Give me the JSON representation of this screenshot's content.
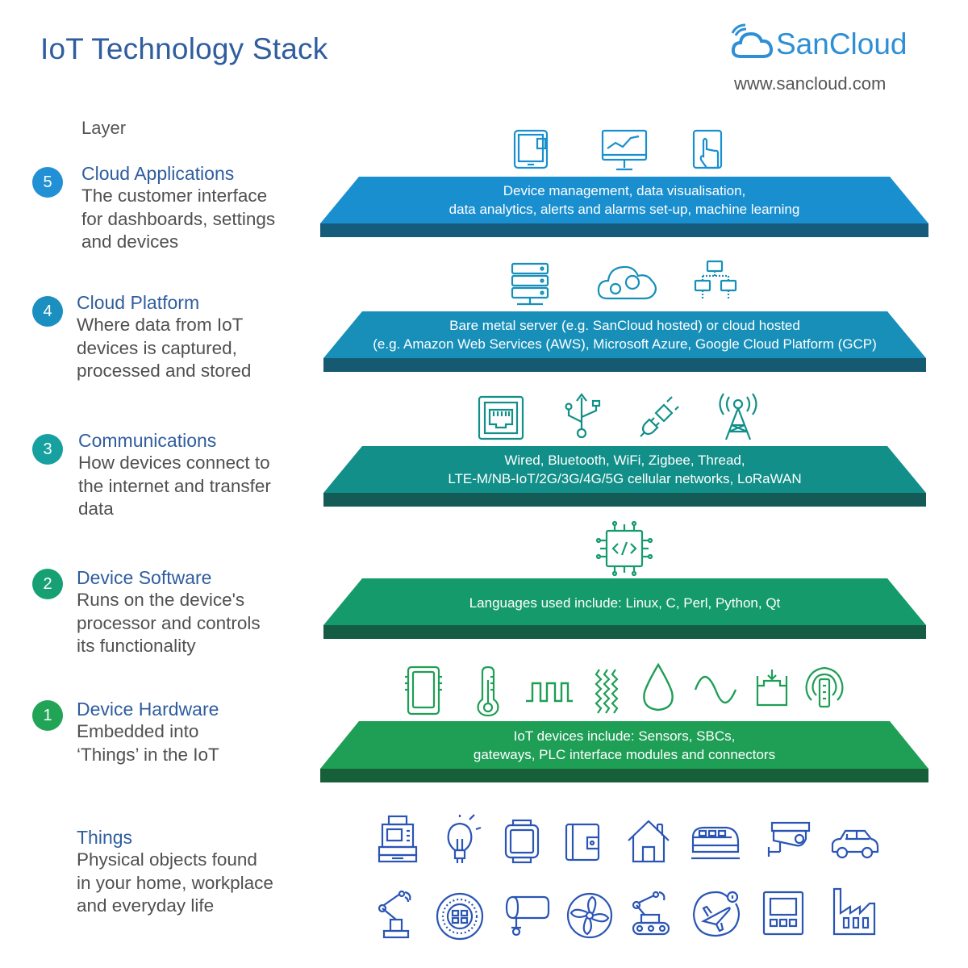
{
  "header": {
    "title": "IoT Technology Stack",
    "brand": "SanCloud",
    "website": "www.sancloud.com",
    "layer_heading": "Layer"
  },
  "layers": [
    {
      "number": "5",
      "title": "Cloud Applications",
      "desc": [
        "The customer interface",
        "for dashboards, settings",
        "and devices"
      ],
      "slab_lines": [
        "Device management, data visualisation,",
        "data analytics, alerts and alarms set-up, machine learning"
      ],
      "color": "#1a8fd0"
    },
    {
      "number": "4",
      "title": "Cloud Platform",
      "desc": [
        "Where data from IoT",
        "devices is captured,",
        "processed and stored"
      ],
      "slab_lines": [
        "Bare metal server (e.g. SanCloud hosted) or cloud hosted",
        "(e.g. Amazon Web Services (AWS), Microsoft Azure, Google Cloud Platform (GCP)"
      ],
      "color": "#178fb9"
    },
    {
      "number": "3",
      "title": "Communications",
      "desc": [
        "How devices connect to",
        "the internet and transfer",
        "data"
      ],
      "slab_lines": [
        "Wired, Bluetooth, WiFi, Zigbee, Thread,",
        "LTE-M/NB-IoT/2G/3G/4G/5G cellular networks, LoRaWAN"
      ],
      "color": "#128f88"
    },
    {
      "number": "2",
      "title": "Device Software",
      "desc": [
        "Runs on the device's",
        "processor and controls",
        "its functionality"
      ],
      "slab_lines": [
        "Languages used include: Linux, C, Perl, Python, Qt"
      ],
      "color": "#159a6c"
    },
    {
      "number": "1",
      "title": "Device Hardware",
      "desc": [
        "Embedded into",
        "‘Things’ in the IoT"
      ],
      "slab_lines": [
        "IoT devices include: Sensors, SBCs,",
        "gateways, PLC interface modules and connectors"
      ],
      "color": "#1f9e56"
    }
  ],
  "things": {
    "title": "Things",
    "desc": [
      "Physical objects found",
      "in your home, workplace",
      "and everyday life"
    ]
  },
  "icons": {
    "layer5": [
      "tablet-icon",
      "monitor-chart-icon",
      "touch-screen-icon"
    ],
    "layer4": [
      "server-icon",
      "cloud-gears-icon",
      "network-nodes-icon"
    ],
    "layer3": [
      "ethernet-port-icon",
      "usb-icon",
      "plug-icon",
      "antenna-tower-icon"
    ],
    "layer2": [
      "chip-code-icon"
    ],
    "layer1": [
      "sbc-board-icon",
      "thermometer-icon",
      "square-wave-icon",
      "vibration-icon",
      "droplet-icon",
      "sine-wave-icon",
      "level-tank-icon",
      "sensor-probe-icon"
    ],
    "things": [
      "cash-register-icon",
      "light-bulb-icon",
      "smartwatch-icon",
      "wallet-icon",
      "house-icon",
      "train-icon",
      "cctv-camera-icon",
      "car-icon",
      "robot-arm-icon",
      "smart-thermostat-icon",
      "boiler-icon",
      "fan-icon",
      "rover-robot-icon",
      "airplane-icon",
      "control-panel-icon",
      "factory-icon"
    ]
  },
  "colors": {
    "title_blue": "#2f5d9e",
    "brand_blue": "#2d8fd5",
    "icon_blue": "#2a55b5",
    "layer5": "#1a8fd0",
    "layer4": "#178fb9",
    "layer3": "#128f88",
    "layer2": "#159a6c",
    "layer1": "#1f9e56"
  }
}
